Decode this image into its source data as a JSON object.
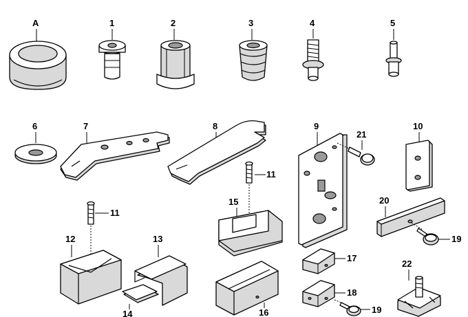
{
  "labels": {
    "A": "A",
    "n1": "1",
    "n2": "2",
    "n3": "3",
    "n4": "4",
    "n5": "5",
    "n6": "6",
    "n7": "7",
    "n8": "8",
    "n9": "9",
    "n10": "10",
    "n11a": "11",
    "n11b": "11",
    "n12": "12",
    "n13": "13",
    "n14": "14",
    "n15": "15",
    "n16": "16",
    "n17": "17",
    "n18": "18",
    "n19a": "19",
    "n19b": "19",
    "n20": "20",
    "n21": "21",
    "n22": "22"
  }
}
